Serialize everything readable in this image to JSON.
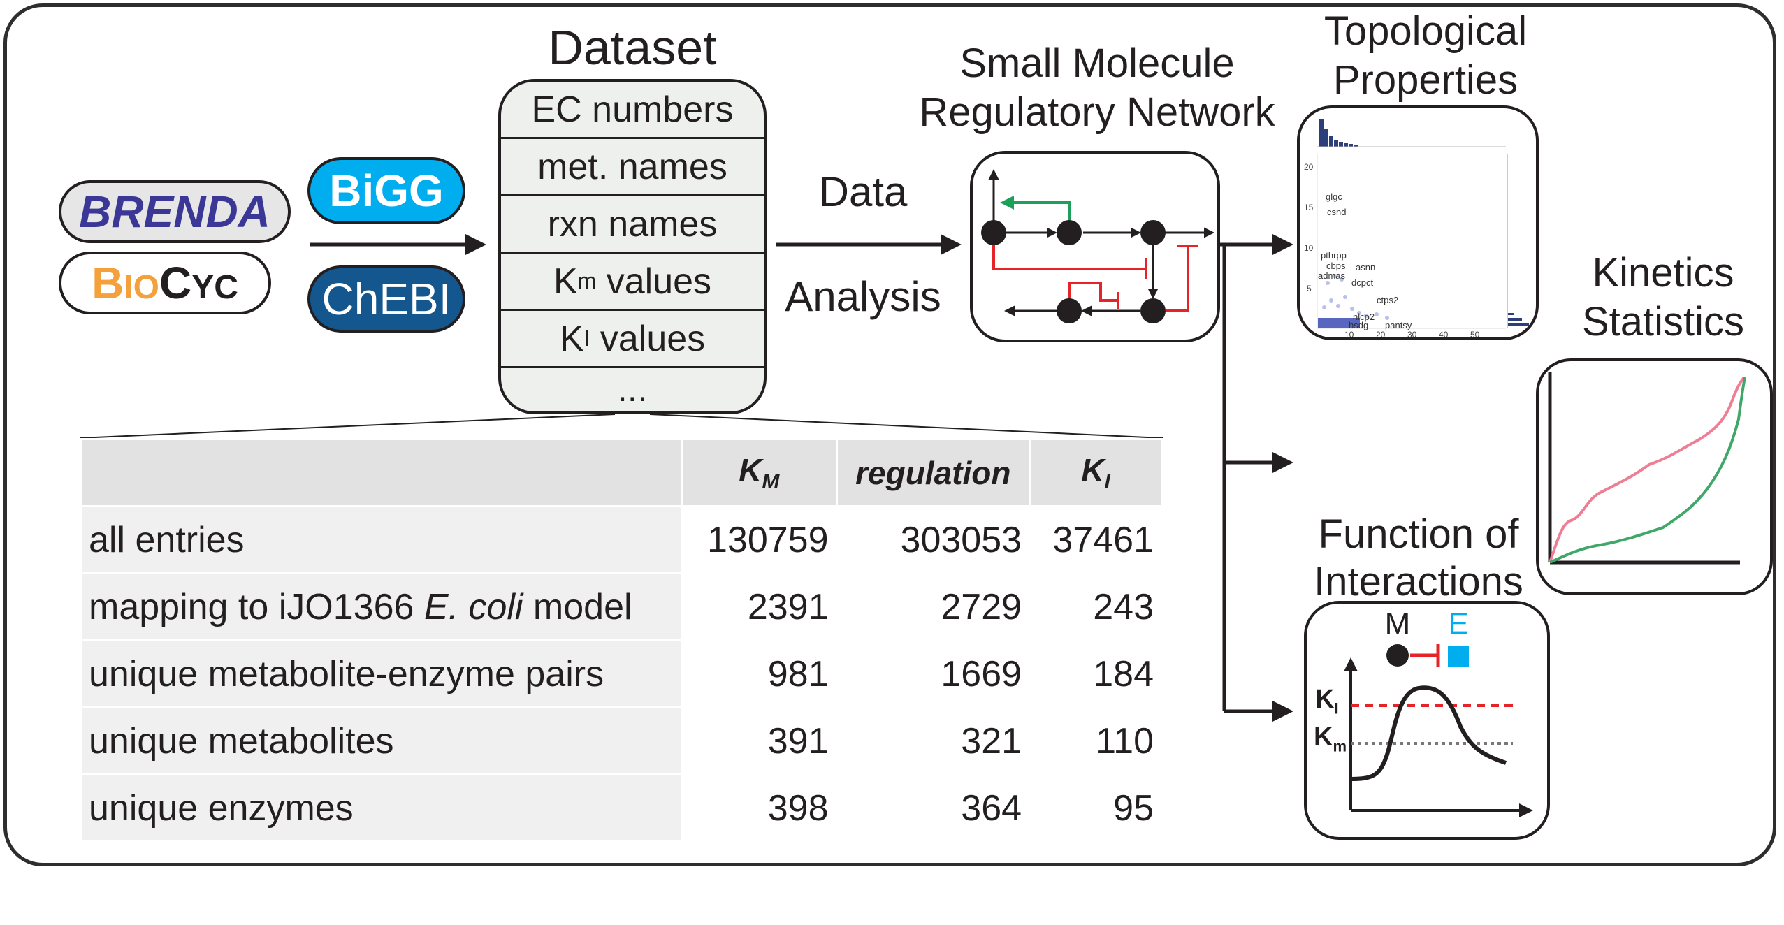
{
  "sources": {
    "brenda": "BRENDA",
    "biocyc_b": "B",
    "biocyc_io": "IO",
    "biocyc_c": "C",
    "biocyc_yc": "YC",
    "bigg": "BiGG",
    "chebi": "ChEBI"
  },
  "dataset": {
    "title": "Dataset",
    "rows": [
      "EC numbers",
      "met. names",
      "rxn names",
      "values",
      "values",
      "..."
    ],
    "km_prefix": "K",
    "km_sub": "m",
    "ki_prefix": "K",
    "ki_sub": "I"
  },
  "analysis": {
    "line1": "Data",
    "line2": "Analysis"
  },
  "network": {
    "title_line1": "Small Molecule",
    "title_line2": "Regulatory Network"
  },
  "topological": {
    "title_line1": "Topological",
    "title_line2": "Properties",
    "y_ticks": [
      "20",
      "15",
      "10",
      "5"
    ],
    "x_ticks": [
      "10",
      "20",
      "30",
      "40",
      "50"
    ],
    "point_labels": [
      "glgc",
      "csnd",
      "pthrpp",
      "cbps",
      "asnn",
      "admas",
      "dcpct",
      "ctps2",
      "nlcp2",
      "hsdg",
      "pantsy"
    ]
  },
  "kinetics": {
    "title_line1": "Kinetics",
    "title_line2": "Statistics"
  },
  "interactions": {
    "title_line1": "Function of",
    "title_line2": "Interactions",
    "metabolite": "M",
    "enzyme": "E",
    "ki_label": "K",
    "ki_sub": "I",
    "km_label": "K",
    "km_sub": "m"
  },
  "table": {
    "headers": [
      "",
      "KM",
      "regulation",
      "KI"
    ],
    "rows": [
      {
        "label": "all entries",
        "km": "130759",
        "reg": "303053",
        "ki": "37461"
      },
      {
        "label_a": "mapping to iJO1366 ",
        "label_b": "E. coli",
        "label_c": " model",
        "km": "2391",
        "reg": "2729",
        "ki": "243"
      },
      {
        "label": "unique metabolite-enzyme pairs",
        "km": "981",
        "reg": "1669",
        "ki": "184"
      },
      {
        "label": "unique metabolites",
        "km": "391",
        "reg": "321",
        "ki": "110"
      },
      {
        "label": "unique enzymes",
        "km": "398",
        "reg": "364",
        "ki": "95"
      }
    ]
  },
  "colors": {
    "brenda_purple": "#3b3796",
    "biocyc_orange": "#f5a13b",
    "bigg_cyan": "#00aeef",
    "chebi_blue": "#14578e",
    "inhibit_red": "#e52428",
    "activate_green": "#1da15a",
    "enzyme_cyan": "#00aeef",
    "kinetics_pink": "#ef7e95",
    "kinetics_green": "#3fa868"
  }
}
